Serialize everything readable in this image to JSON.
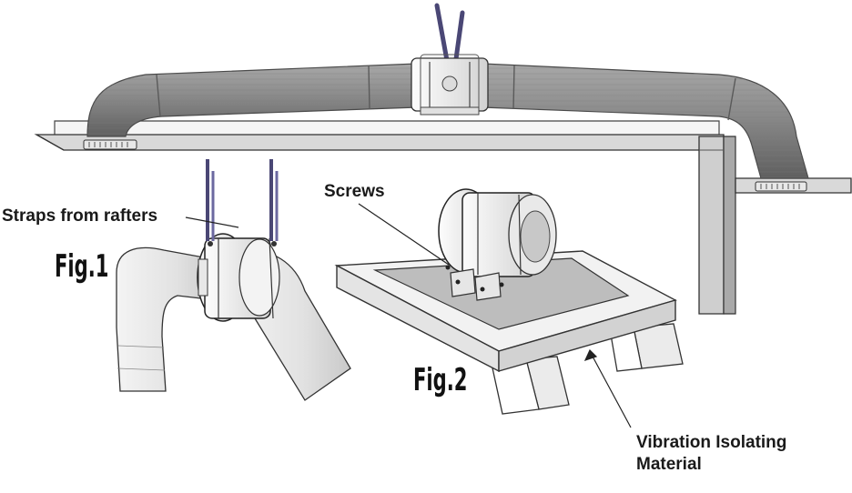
{
  "labels": {
    "straps": "Straps from rafters",
    "screws": "Screws",
    "vibration_line1": "Vibration Isolating",
    "vibration_line2": "Material"
  },
  "figures": {
    "fig1": "Fig.1",
    "fig2": "Fig.2"
  },
  "colors": {
    "duct": "#8f8f8f",
    "duct_dark": "#6e6e6e",
    "duct_light": "#b3b3b3",
    "strap": "#4a4775",
    "ceiling": "#d6d6d6",
    "platform": "#ececec",
    "plate": "#bdbdbd",
    "line": "#333333"
  }
}
